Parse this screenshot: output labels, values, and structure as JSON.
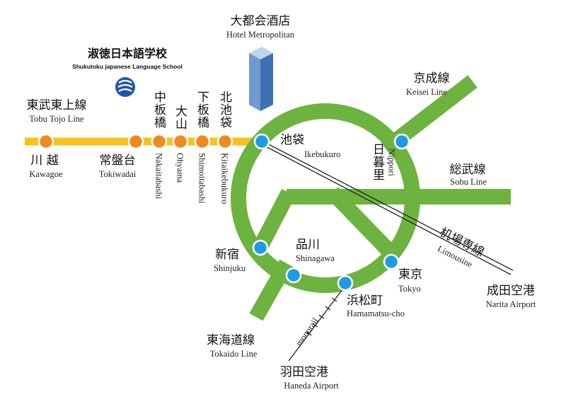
{
  "school": {
    "name": "淑徳日本語学校",
    "name_en": "Shukutoku japanese Language School"
  },
  "hotel": {
    "name": "大都会酒店",
    "name_en": "Hotel Metropolitan"
  },
  "lines": {
    "tobu": {
      "name": "東武東上線",
      "name_en": "Tobu Tojo Line",
      "color": "#f7c21c"
    },
    "keisei": {
      "name": "京成線",
      "name_en": "Keisei Line"
    },
    "sobu": {
      "name": "総武線",
      "name_en": "Sobu Line"
    },
    "tokaido": {
      "name": "東海道線",
      "name_en": "Tokaido Line"
    },
    "limousine": {
      "name": "机場専線",
      "name_en": "Limousine"
    },
    "monorail": {
      "name_en": "monorail"
    },
    "jr_color": "#6db33f"
  },
  "stations": {
    "kawagoe": {
      "name": "川  越",
      "name_en": "Kawagoe"
    },
    "tokiwadai": {
      "name": "常盤台",
      "name_en": "Tokiwadai"
    },
    "nakaitabashi": {
      "name": "中板橋",
      "name_en": "Nakaitabashi"
    },
    "oyama": {
      "name": "大山",
      "name_en": "Ohyama"
    },
    "shimoitabashi": {
      "name": "下板橋",
      "name_en": "Shimoitabashi"
    },
    "kitaikebukuro": {
      "name": "北池袋",
      "name_en": "Kitaikebukuro"
    },
    "ikebukuro": {
      "name": "池袋",
      "name_en": "Ikebukuro"
    },
    "nippori": {
      "name": "日暮里",
      "name_en": "Nippori"
    },
    "shinjuku": {
      "name": "新宿",
      "name_en": "Shinjuku"
    },
    "shinagawa": {
      "name": "品川",
      "name_en": "Shinagawa"
    },
    "tokyo": {
      "name": "東京",
      "name_en": "Tokyo"
    },
    "hamamatsucho": {
      "name": "浜松町",
      "name_en": "Hamamatsu-cho"
    }
  },
  "airports": {
    "narita": {
      "name": "成田空港",
      "name_en": "Narita Airport"
    },
    "haneda": {
      "name": "羽田空港",
      "name_en": "Haneda Airport"
    }
  }
}
